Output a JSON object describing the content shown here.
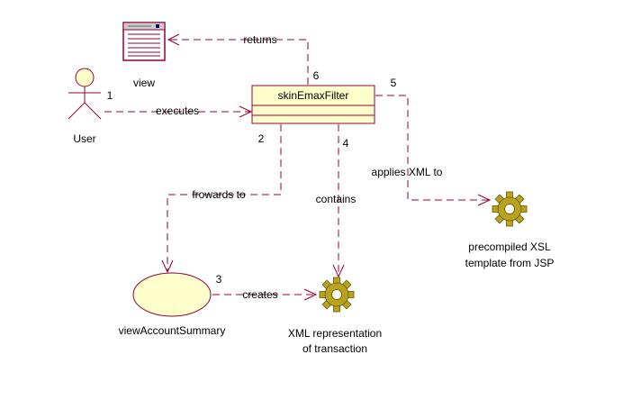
{
  "colors": {
    "line": "#990033",
    "fill": "#ffffcc",
    "stroke": "#990033",
    "gear": "#b8a21e",
    "gear_dark": "#6b5a00"
  },
  "actor": {
    "label": "User"
  },
  "view": {
    "label": "view"
  },
  "filter": {
    "label": "skinEmaxFilter"
  },
  "usecase": {
    "label": "viewAccountSummary"
  },
  "gears": {
    "xml_line1": "XML representation",
    "xml_line2": "of transaction",
    "xsl_line1": "precompiled XSL",
    "xsl_line2": "template from JSP"
  },
  "messages": {
    "executes": {
      "number": "1",
      "label": "executes"
    },
    "forwards": {
      "number": "2",
      "label": "frowards to"
    },
    "creates": {
      "number": "3",
      "label": "creates"
    },
    "contains": {
      "number": "4",
      "label": "contains"
    },
    "applies": {
      "number": "5",
      "label": "applies XML to"
    },
    "returns": {
      "number": "6",
      "label": "returns"
    }
  }
}
